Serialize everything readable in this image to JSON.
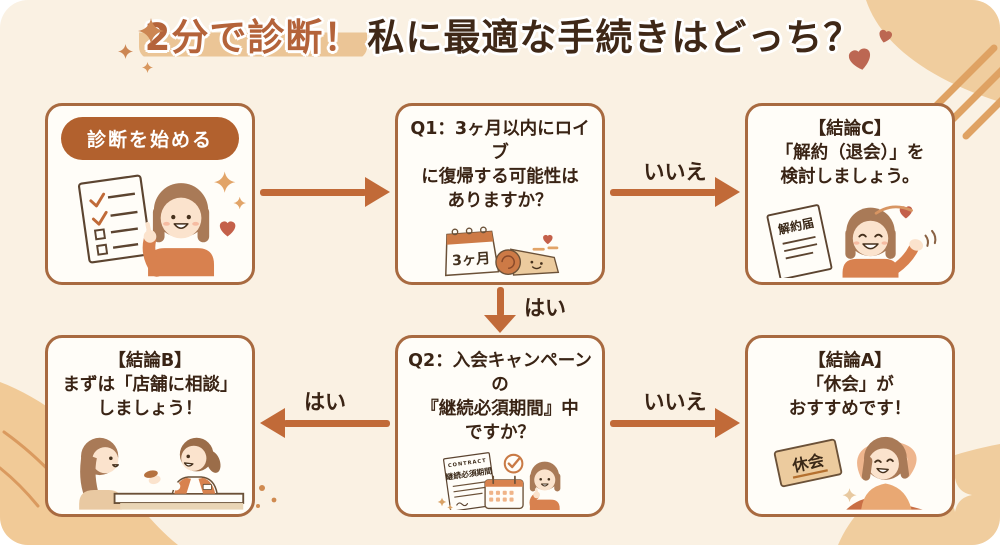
{
  "title": {
    "highlight": "2分で診断！",
    "rest": "私に最適な手続きはどっち？"
  },
  "flow": {
    "start": {
      "button_label": "診断を始める"
    },
    "q1": {
      "lines": [
        "Q1：3ヶ月以内にロイブ",
        "に復帰する可能性は",
        "ありますか？"
      ],
      "calendar_label": "3ヶ月"
    },
    "conclusion_c": {
      "lines": [
        "【結論C】",
        "「解約（退会）」を",
        "検討しましょう。"
      ],
      "paper_label": "解約届"
    },
    "q2": {
      "lines": [
        "Q2：入会キャンペーンの",
        "『継続必須期間』中",
        "ですか？"
      ],
      "contract_label": "CONTRACT",
      "period_label": "継続必須期間"
    },
    "conclusion_b": {
      "lines": [
        "【結論B】",
        "まずは「店舗に相談」",
        "しましょう！"
      ]
    },
    "conclusion_a": {
      "lines": [
        "【結論A】",
        "「休会」が",
        "おすすめです！"
      ],
      "card_label": "休会"
    }
  },
  "arrow_labels": {
    "q1_no": "いいえ",
    "q1_yes": "はい",
    "q2_yes": "はい",
    "q2_no": "いいえ"
  },
  "colors": {
    "background": "#faf1e3",
    "box_border": "#a86a40",
    "arrow": "#c16a38",
    "title_accent": "#b4633a",
    "title_dark": "#3f2817",
    "start_button": "#b2612e",
    "decoration_tan": "#f0cd9e",
    "heart": "#bc6752"
  }
}
